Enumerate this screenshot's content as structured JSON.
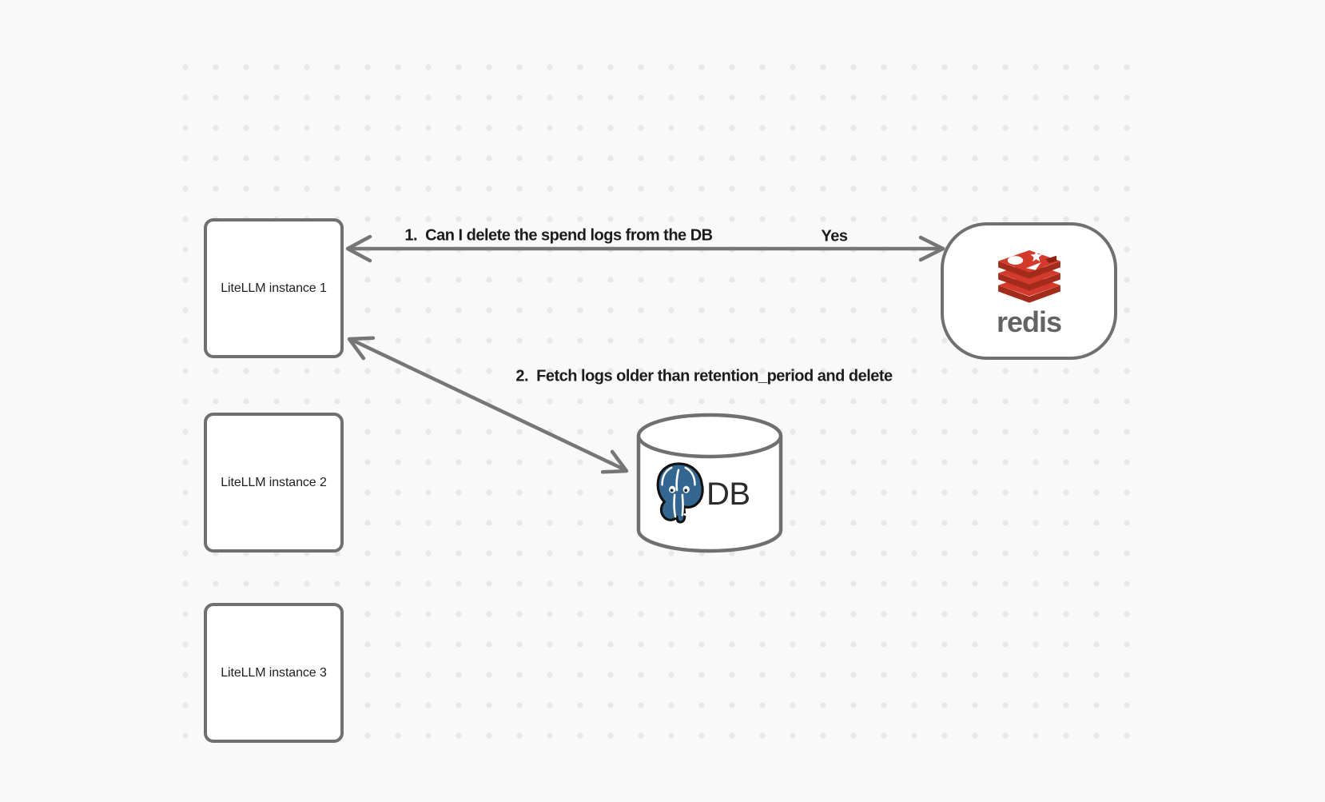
{
  "canvas": {
    "background_color": "#f9f9f9",
    "dot_color": "#e8e8e8"
  },
  "nodes": {
    "instances": [
      {
        "label": "LiteLLM instance 1"
      },
      {
        "label": "LiteLLM instance 2"
      },
      {
        "label": "LiteLLM instance 3"
      }
    ],
    "redis": {
      "label": "redis",
      "icon": "redis-logo"
    },
    "db": {
      "label": "DB",
      "icon": "postgresql-elephant",
      "shape": "database-cylinder"
    }
  },
  "arrows": {
    "arrow1": {
      "label": "1.  Can I delete the spend logs from the DB",
      "response": "Yes",
      "from": "redis",
      "to": "litellm-instance-1"
    },
    "arrow2": {
      "label": "2.  Fetch logs older than retention_period and delete",
      "from": "litellm-instance-1",
      "to": "db"
    }
  },
  "colors": {
    "shape_stroke": "#707070",
    "arrow_stroke": "#767676",
    "label_text": "#1c1c1c",
    "box_label_text": "#1f1f1f",
    "redis_red": "#d43a2b",
    "redis_dark_red": "#a32b1c",
    "redis_notch_red": "#8f2012",
    "redis_wordmark_gray": "#636363",
    "postgres_blue": "#336791",
    "db_text": "#2b2b2b"
  }
}
